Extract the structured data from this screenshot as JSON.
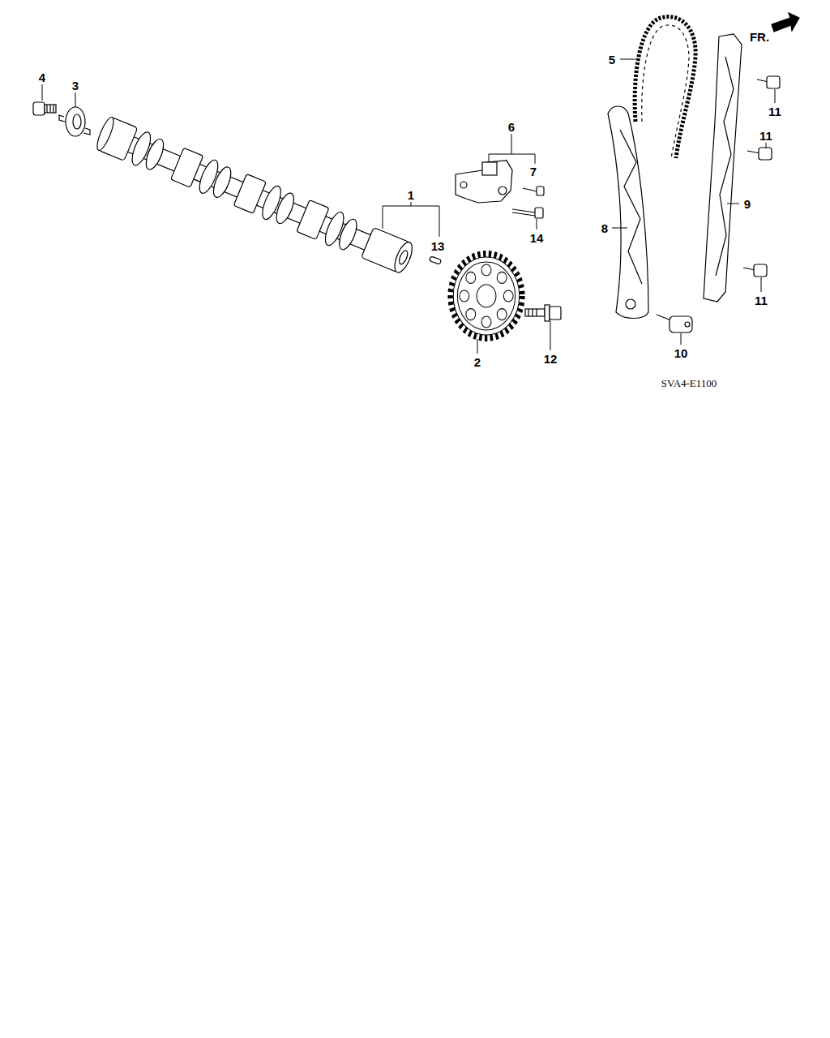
{
  "diagram": {
    "labels": [
      "4",
      "3",
      "1",
      "13",
      "6",
      "7",
      "14",
      "2",
      "12",
      "5",
      "8",
      "9",
      "11",
      "11",
      "11",
      "10",
      "FR.",
      "SVA4-E1100"
    ]
  }
}
